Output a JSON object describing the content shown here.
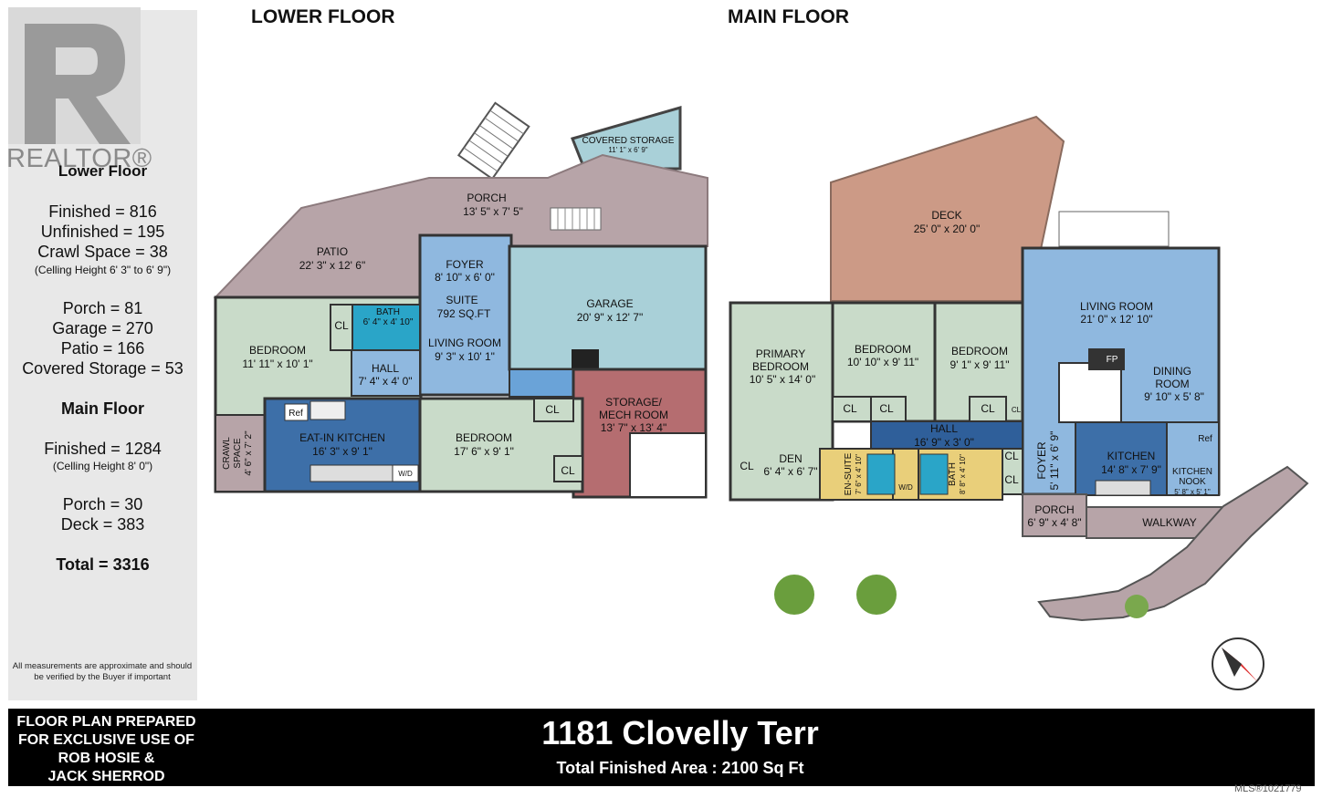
{
  "logo": {
    "text": "REALTOR®",
    "icon": "realtor-r-icon"
  },
  "summary": {
    "lower_title": "Lower Floor",
    "lower_finished": "Finished = 816",
    "lower_unfinished": "Unfinished = 195",
    "lower_crawl": "Crawl Space = 38",
    "lower_ceiling": "(Celling Height 6' 3\" to 6' 9\")",
    "porch": "Porch = 81",
    "garage": "Garage = 270",
    "patio": "Patio = 166",
    "covered_storage": "Covered Storage = 53",
    "main_title": "Main Floor",
    "main_finished": "Finished = 1284",
    "main_ceiling": "(Celling Height 8' 0\")",
    "main_porch": "Porch = 30",
    "deck": "Deck = 383",
    "total": "Total = 3316",
    "disclaimer": "All measurements are approximate and should be verified by the Buyer if important"
  },
  "floors": {
    "lower": "LOWER FLOOR",
    "main": "MAIN FLOOR"
  },
  "lower_rooms": {
    "covered_storage": [
      "COVERED STORAGE",
      "11' 1\" x 6' 9\""
    ],
    "porch": [
      "PORCH",
      "13' 5\" x 7' 5\""
    ],
    "patio": [
      "PATIO",
      "22' 3\" x 12' 6\""
    ],
    "foyer": [
      "FOYER",
      "8' 10\" x 6' 0\""
    ],
    "suite": [
      "SUITE",
      "792 SQ.FT"
    ],
    "garage": [
      "GARAGE",
      "20' 9\" x 12' 7\""
    ],
    "bath": [
      "BATH",
      "6' 4\" x 4' 10\""
    ],
    "bedroom1": [
      "BEDROOM",
      "11' 11\" x 10' 1\""
    ],
    "living": [
      "LIVING ROOM",
      "9' 3\" x 10' 1\""
    ],
    "hall": [
      "HALL",
      "7' 4\" x 4' 0\""
    ],
    "storage": [
      "STORAGE/",
      "MECH ROOM",
      "13' 7\" x 13' 4\""
    ],
    "crawl": [
      "CRAWL",
      "SPACE",
      "4' 6\" x 7' 2\""
    ],
    "kitchen": [
      "EAT-IN KITCHEN",
      "16' 3\" x 9' 1\""
    ],
    "bedroom2": [
      "BEDROOM",
      "17' 6\" x 9' 1\""
    ],
    "cl": "CL",
    "ref": "Ref",
    "wd": "W/D"
  },
  "main_rooms": {
    "deck": [
      "DECK",
      "25' 0\" x 20' 0\""
    ],
    "living": [
      "LIVING ROOM",
      "21' 0\" x 12' 10\""
    ],
    "primary": [
      "PRIMARY",
      "BEDROOM",
      "10' 5\" x 14' 0\""
    ],
    "bedroom1": [
      "BEDROOM",
      "10' 10\" x 9' 11\""
    ],
    "bedroom2": [
      "BEDROOM",
      "9' 1\" x 9' 11\""
    ],
    "fp": "FP",
    "dining": [
      "DINING",
      "ROOM",
      "9' 10\" x 5' 8\""
    ],
    "hall": [
      "HALL",
      "16' 9\" x 3' 0\""
    ],
    "foyer": [
      "FOYER",
      "5' 11\" x 6' 9\""
    ],
    "kitchen": [
      "KITCHEN",
      "14' 8\" x 7' 9\""
    ],
    "nook": [
      "KITCHEN",
      "NOOK",
      "5' 8\" x 5' 1\""
    ],
    "den": [
      "DEN",
      "6' 4\" x 6' 7\""
    ],
    "ensuite": [
      "EN-SUITE",
      "7' 6\" x 4' 10\""
    ],
    "bath": [
      "BATH",
      "8' 8\" x 4' 10\""
    ],
    "porch": [
      "PORCH",
      "6' 9\" x 4' 8\""
    ],
    "walkway": "WALKWAY",
    "cl": "CL",
    "ref": "Ref",
    "wd": "W/D"
  },
  "footer": {
    "prepared": [
      "FLOOR PLAN PREPARED",
      "FOR EXCLUSIVE USE OF",
      "ROB HOSIE &",
      "JACK SHERROD"
    ],
    "address": "1181 Clovelly Terr",
    "area": "Total Finished Area : 2100 Sq Ft",
    "mls": "MLS®1021779"
  },
  "colors": {
    "outdoor": "#b7a4a8",
    "garage": "#a9d0d8",
    "suite": "#8fb8df",
    "bedroom": "#c9dbc9",
    "kitchen": "#3d6fa8",
    "storage": "#b56d70",
    "deck": "#cc9a86",
    "hall": "#2f5f9a",
    "bath": "#e9cf7a"
  }
}
